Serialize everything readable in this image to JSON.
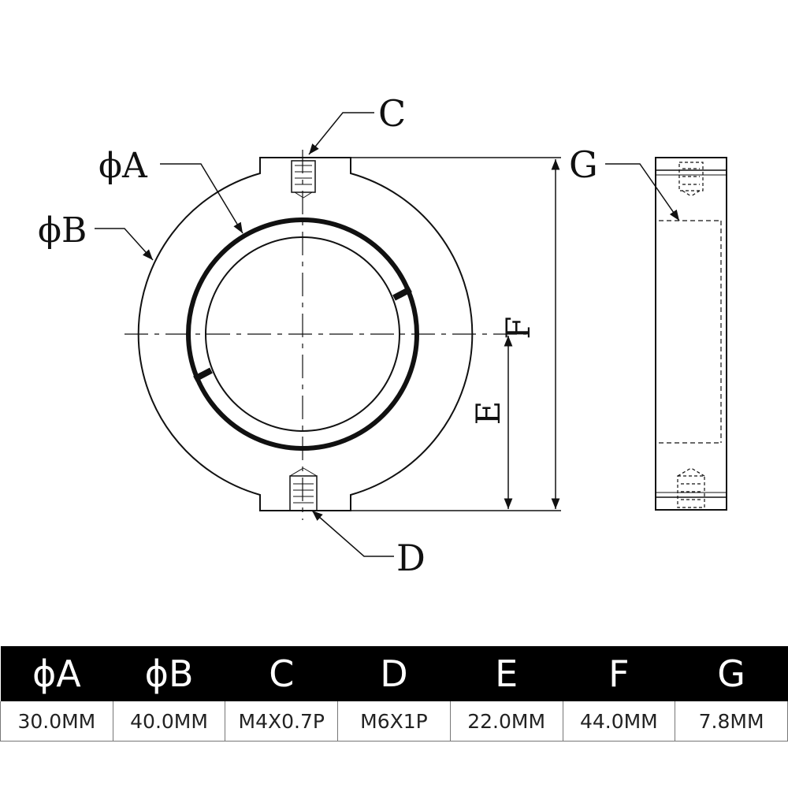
{
  "drawing": {
    "callouts": {
      "dia_a": "ϕA",
      "dia_b": "ϕB",
      "c": "C",
      "d": "D",
      "e": "E",
      "f": "F",
      "g": "G"
    }
  },
  "spec_table": {
    "headers": [
      "ϕA",
      "ϕB",
      "C",
      "D",
      "E",
      "F",
      "G"
    ],
    "values": [
      "30.0MM",
      "40.0MM",
      "M4X0.7P",
      "M6X1P",
      "22.0MM",
      "44.0MM",
      "7.8MM"
    ]
  }
}
